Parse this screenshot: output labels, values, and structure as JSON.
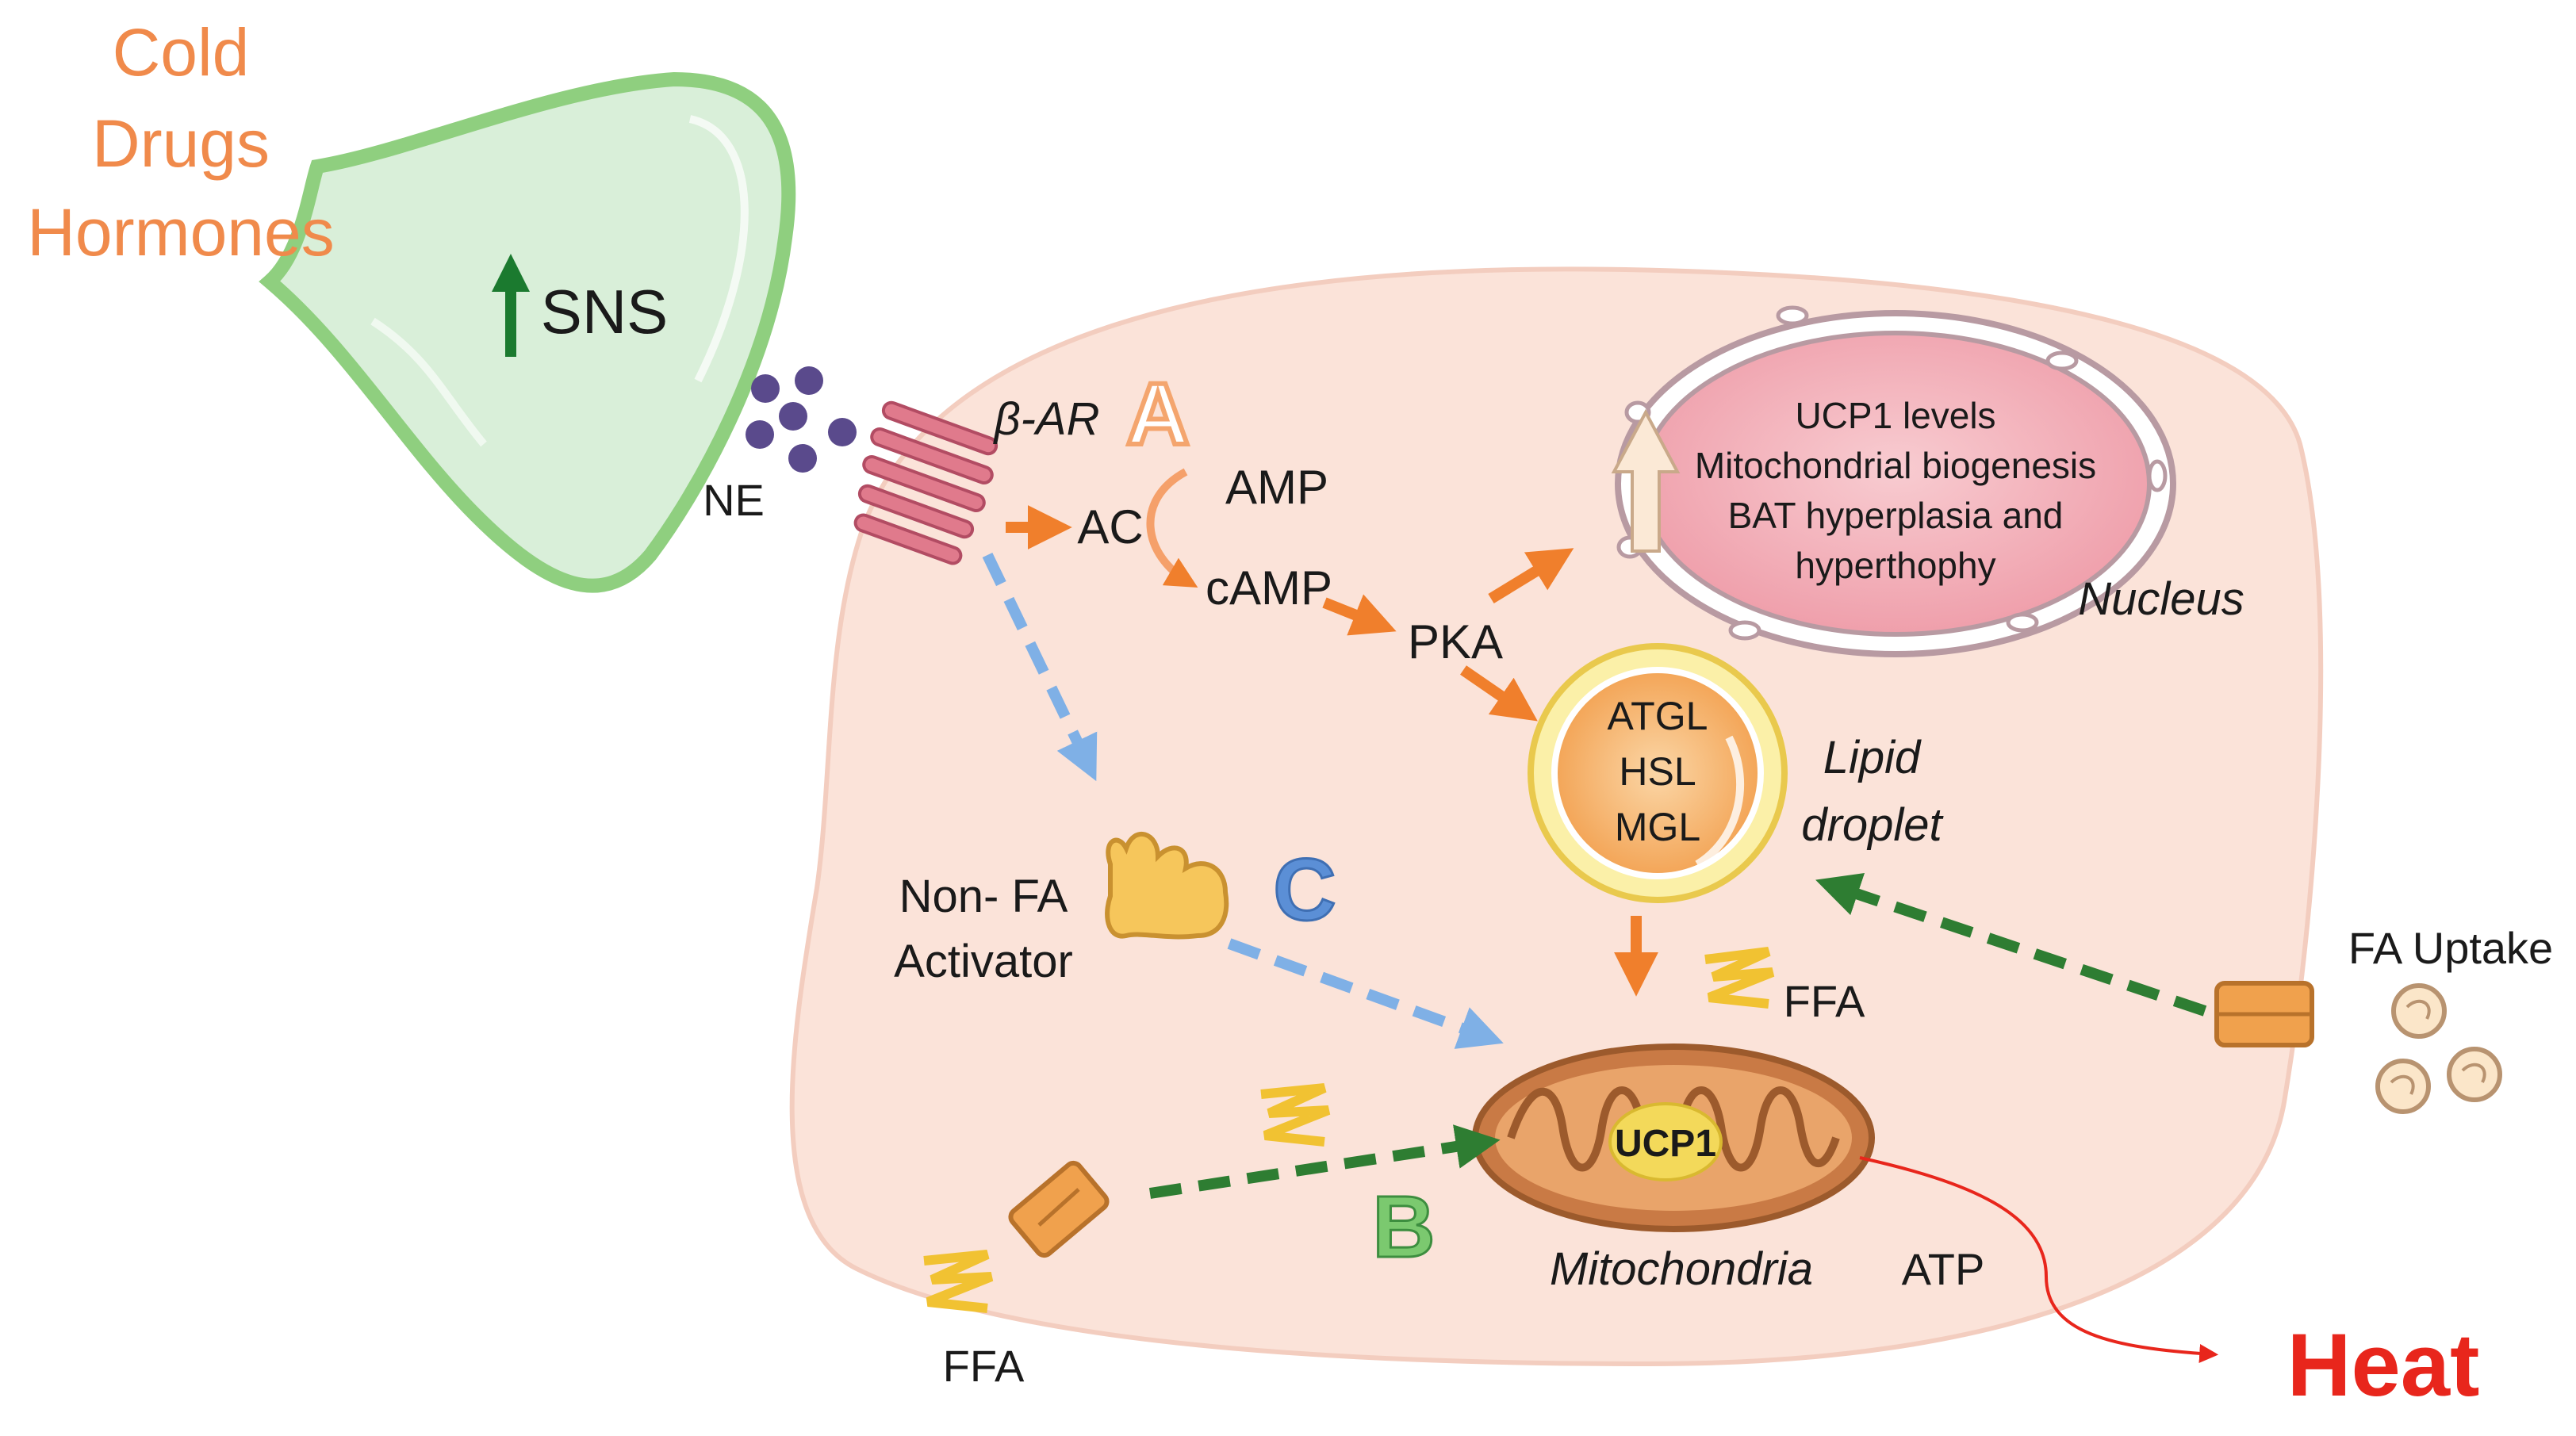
{
  "stimuli": [
    "Cold",
    "Drugs",
    "Hormones"
  ],
  "neuron": {
    "label": "SNS"
  },
  "receptor": {
    "ne": "NE",
    "beta_ar": "β-AR"
  },
  "pathway": {
    "ac": "AC",
    "amp": "AMP",
    "camp": "cAMP",
    "pka": "PKA"
  },
  "nucleus": {
    "label": "Nucleus",
    "lines": [
      "UCP1 levels",
      "Mitochondrial biogenesis",
      "BAT hyperplasia and",
      "hyperthophy"
    ]
  },
  "lipid_droplet": {
    "label_line1": "Lipid",
    "label_line2": "droplet",
    "enzymes": [
      "ATGL",
      "HSL",
      "MGL"
    ]
  },
  "letters": {
    "a": "A",
    "b": "B",
    "c": "C"
  },
  "non_fa": {
    "line1": "Non- FA",
    "line2": "Activator"
  },
  "ffa_inner": "FFA",
  "ffa_outer": "FFA",
  "fa_uptake": "FA Uptake",
  "mitochondria": {
    "label": "Mitochondria",
    "ucp1": "UCP1",
    "atp": "ATP"
  },
  "heat": "Heat",
  "colors": {
    "stimulus": "#f08a4b",
    "neuron_fill": "#d9efd9",
    "neuron_stroke": "#8fcf7f",
    "cell_fill": "#fbe3d9",
    "nucleus_fill": "#f6c1c7",
    "orange_arrow": "#f07f2c",
    "blue_dash": "#7fb0e6",
    "green_dash": "#2e7d32",
    "heat": "#e8261c",
    "mito": "#c97a45",
    "ucp1": "#f3d95a"
  }
}
